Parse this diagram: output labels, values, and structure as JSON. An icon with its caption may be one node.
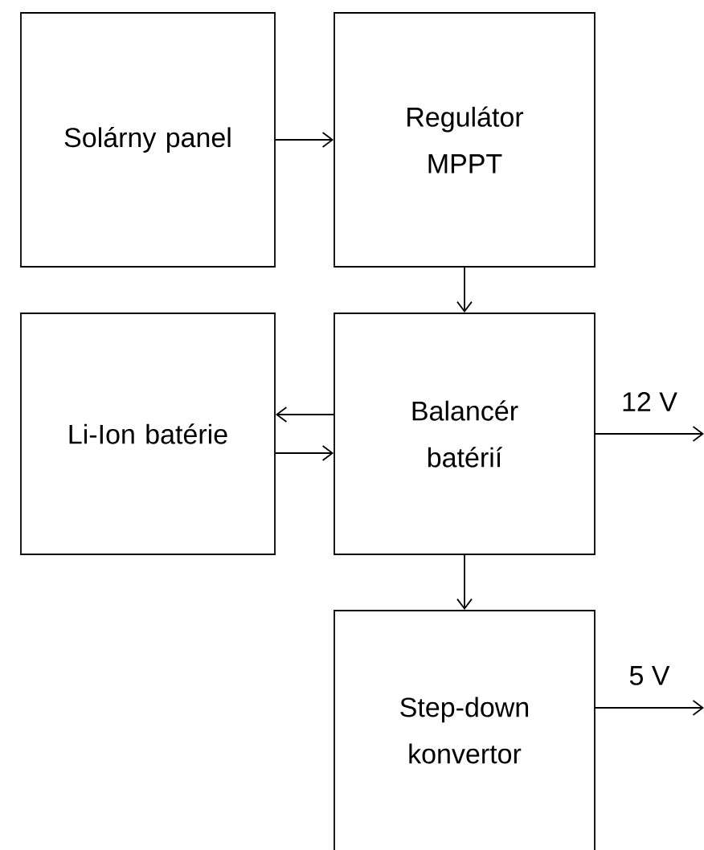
{
  "diagram": {
    "nodes": [
      {
        "text": [
          "Solárny panel"
        ]
      },
      {
        "text": [
          "Regulátor MPPT"
        ]
      },
      {
        "text": [
          "Li-Ion batérie"
        ]
      },
      {
        "text": [
          "Balancér batérií"
        ]
      },
      {
        "text": [
          "Step-down konvertor"
        ]
      }
    ],
    "edges": [
      {
        "from": 0,
        "to": 1,
        "arrow": "to"
      },
      {
        "from": 1,
        "to": 3,
        "arrow": "to"
      },
      {
        "from": 3,
        "to": 2,
        "arrow": "to"
      },
      {
        "from": 2,
        "to": 3,
        "arrow": "to"
      },
      {
        "from": 3,
        "to": 4,
        "arrow": "to"
      },
      {
        "from": 3,
        "to": null,
        "arrow": "to",
        "label": "12 V"
      },
      {
        "from": 4,
        "to": null,
        "arrow": "to",
        "label": "5 V"
      }
    ]
  }
}
